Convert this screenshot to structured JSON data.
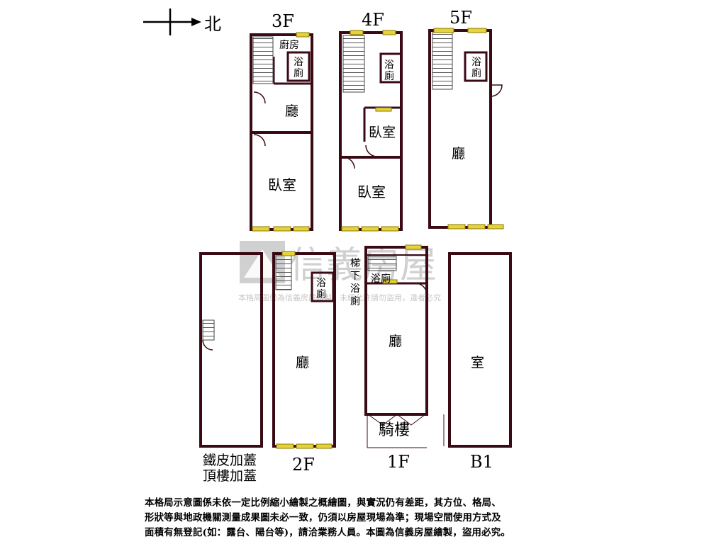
{
  "compass": {
    "north_label": "北"
  },
  "floors": {
    "f3": {
      "title": "3F",
      "rooms": [
        "廚房",
        "浴",
        "廁",
        "廳",
        "臥室"
      ]
    },
    "f4": {
      "title": "4F",
      "rooms": [
        "浴",
        "廁",
        "臥室",
        "臥室"
      ]
    },
    "f5": {
      "title": "5F",
      "rooms": [
        "浴",
        "廁",
        "廳"
      ]
    },
    "roof": {
      "caption_line1": "鐵皮加蓋",
      "caption_line2": "頂樓加蓋"
    },
    "f2": {
      "title": "2F",
      "rooms": [
        "浴",
        "廁",
        "廳"
      ]
    },
    "f1": {
      "title": "1F",
      "rooms": [
        "梯",
        "下",
        "浴",
        "廁",
        "浴廁",
        "廳"
      ],
      "arcade": "騎樓"
    },
    "b1": {
      "title": "B1",
      "rooms": [
        "室"
      ]
    }
  },
  "watermark": {
    "brand": "信義房屋",
    "notice": "本格局圖僅為信義房屋繪製，未經允許請勿盜用，違者必究"
  },
  "footnote": [
    "本格局示意圖係未依一定比例縮小繪製之概繪圖，與實況仍有差距，其方位、格局、",
    "形狀等與地政機關測量成果圖未必一致，仍須以房屋現場為準；現場空間使用方式及",
    "面積有無登記(如：露台、陽台等)，請洽業務人員。本圖為信義房屋繪製，盜用必究。"
  ],
  "colors": {
    "wall": "#3a0a14",
    "window": "#e6d23a",
    "window_edge": "#8a7a00",
    "watermark": "#c8c8c8"
  }
}
